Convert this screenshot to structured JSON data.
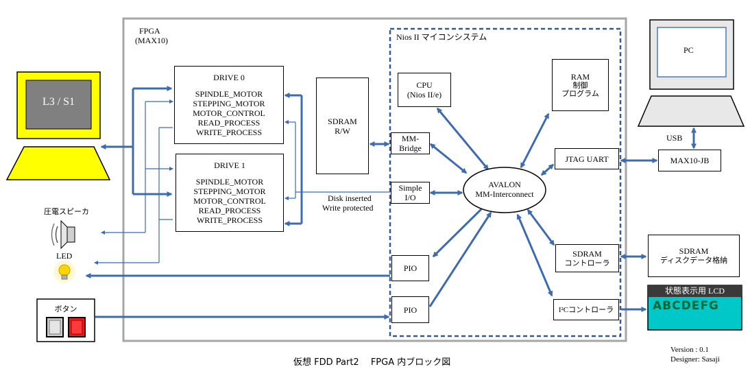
{
  "fpga": {
    "title": "FPGA",
    "subtitle": "(MAX10)"
  },
  "nios": {
    "title": "Nios II マイコンシステム"
  },
  "drive0": {
    "title": "DRIVE 0",
    "lines": [
      "SPINDLE_MOTOR",
      "STEPPING_MOTOR",
      "MOTOR_CONTROL",
      "READ_PROCESS",
      "WRITE_PROCESS"
    ]
  },
  "drive1": {
    "title": "DRIVE 1",
    "lines": [
      "SPINDLE_MOTOR",
      "STEPPING_MOTOR",
      "MOTOR_CONTROL",
      "READ_PROCESS",
      "WRITE_PROCESS"
    ]
  },
  "sdram_rw": {
    "line1": "SDRAM",
    "line2": "R/W"
  },
  "cpu": {
    "line1": "CPU",
    "line2": "(Nios II/e)"
  },
  "ram": {
    "line1": "RAM",
    "line2": "制御",
    "line3": "プログラム"
  },
  "mm_bridge": {
    "line1": "MM-",
    "line2": "Bridge"
  },
  "simple_io": {
    "line1": "Simple",
    "line2": "I/O"
  },
  "avalon": {
    "line1": "AVALON",
    "line2": "MM-Interconnect"
  },
  "jtag_uart": {
    "label": "JTAG UART"
  },
  "sdram_ctrl": {
    "line1": "SDRAM",
    "line2": "コントローラ"
  },
  "i2c_ctrl": {
    "label": "I²Cコントローラ"
  },
  "pio1": {
    "label": "PIO"
  },
  "pio2": {
    "label": "PIO"
  },
  "disk_signal": {
    "line1": "Disk inserted",
    "line2": "Write protected"
  },
  "pc": {
    "label": "PC"
  },
  "usb": {
    "label": "USB"
  },
  "max10_jb": {
    "label": "MAX10-JB"
  },
  "sdram_disk": {
    "line1": "SDRAM",
    "line2": "ディスクデータ格納"
  },
  "lcd": {
    "header": "状態表示用 LCD",
    "display": "ABCDEFG"
  },
  "l3s1": {
    "label": "L3 / S1"
  },
  "speaker": {
    "label": "圧電スピーカ"
  },
  "led": {
    "label": "LED"
  },
  "button_panel": {
    "label": "ボタン"
  },
  "caption": "仮想 FDD Part2　 FPGA 内ブロック図",
  "version": "Version : 0.1",
  "designer": "Designer: Sasaji",
  "colors": {
    "arrow": "#3c6bb0",
    "frame": "#a6a6a6",
    "nios_border": "#2f5b9a",
    "lcd": "#00c8c8",
    "lcd_header": "#3a3a3a",
    "monitor_yellow": "#ffff00",
    "screen_gray": "#808080",
    "pc_frame": "#e8e8e8",
    "pc_screen_border": "#4a78b8",
    "button_red": "#ee1c1c",
    "button_gray": "#cfcfcf"
  }
}
